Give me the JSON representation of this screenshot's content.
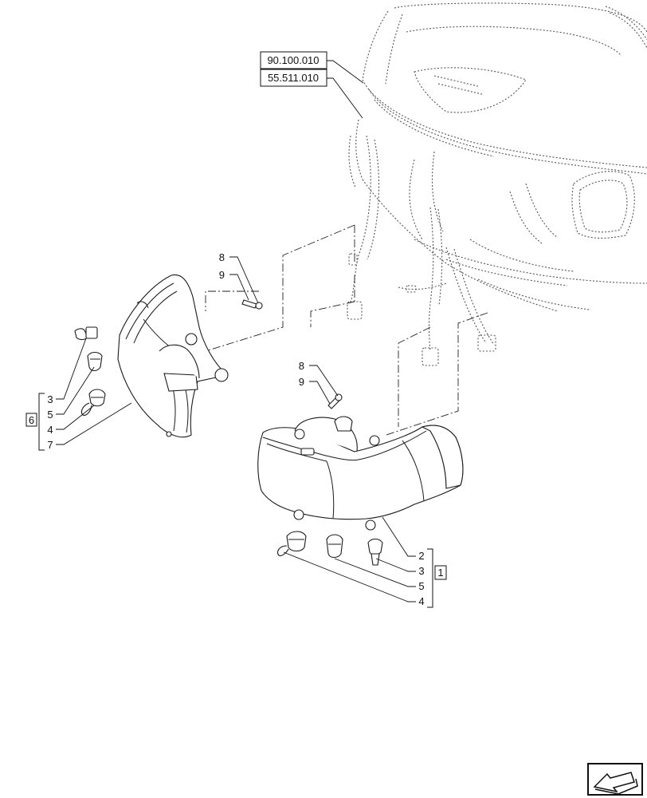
{
  "references": {
    "ref_top": "90.100.010",
    "ref_bottom": "55.511.010"
  },
  "callouts": {
    "left_screw_8": "8",
    "left_screw_9": "9",
    "right_screw_8": "8",
    "right_screw_9": "9",
    "left_group": "6",
    "left_items": [
      "3",
      "5",
      "4",
      "7"
    ],
    "right_group": "1",
    "right_items": [
      "2",
      "3",
      "5",
      "4"
    ]
  },
  "icons": {
    "nav": "next-page-arrow-icon"
  }
}
